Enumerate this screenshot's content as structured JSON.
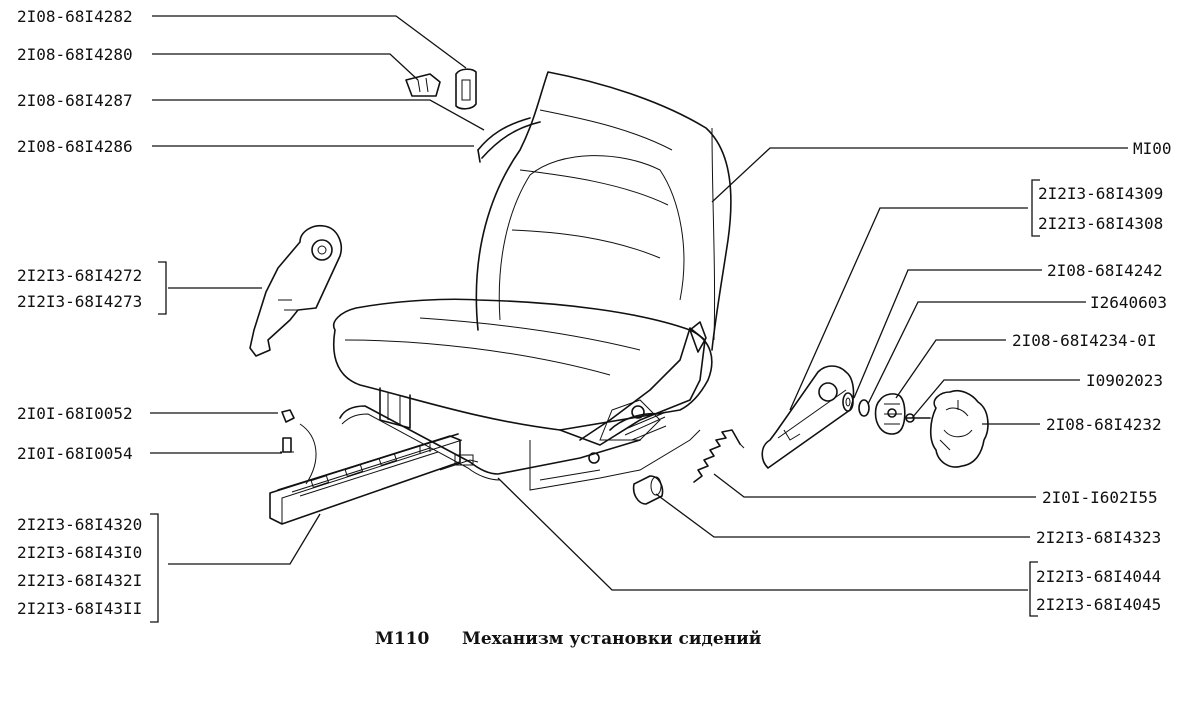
{
  "caption": {
    "code": "M110",
    "title": "Механизм установки сидений"
  },
  "labels": {
    "l_14282": "2I08-68I4282",
    "l_14280": "2I08-68I4280",
    "l_14287": "2I08-68I4287",
    "l_14286": "2I08-68I4286",
    "l_14272": "2I2I3-68I4272",
    "l_14273": "2I2I3-68I4273",
    "l_10052": "2I0I-68I0052",
    "l_10054": "2I0I-68I0054",
    "l_14320": "2I2I3-68I4320",
    "l_14310": "2I2I3-68I43I0",
    "l_14321": "2I2I3-68I432I",
    "l_14311": "2I2I3-68I43II",
    "r_m100": "MI00",
    "r_14309": "2I2I3-68I4309",
    "r_14308": "2I2I3-68I4308",
    "r_14242": "2I08-68I4242",
    "r_12640603": "I2640603",
    "r_14234": "2I08-68I4234-0I",
    "r_10902023": "I0902023",
    "r_14232": "2I08-68I4232",
    "r_160215": "2I0I-I602I55",
    "r_14323": "2I2I3-68I4323",
    "r_14044": "2I2I3-68I4044",
    "r_14045": "2I2I3-68I4045"
  }
}
